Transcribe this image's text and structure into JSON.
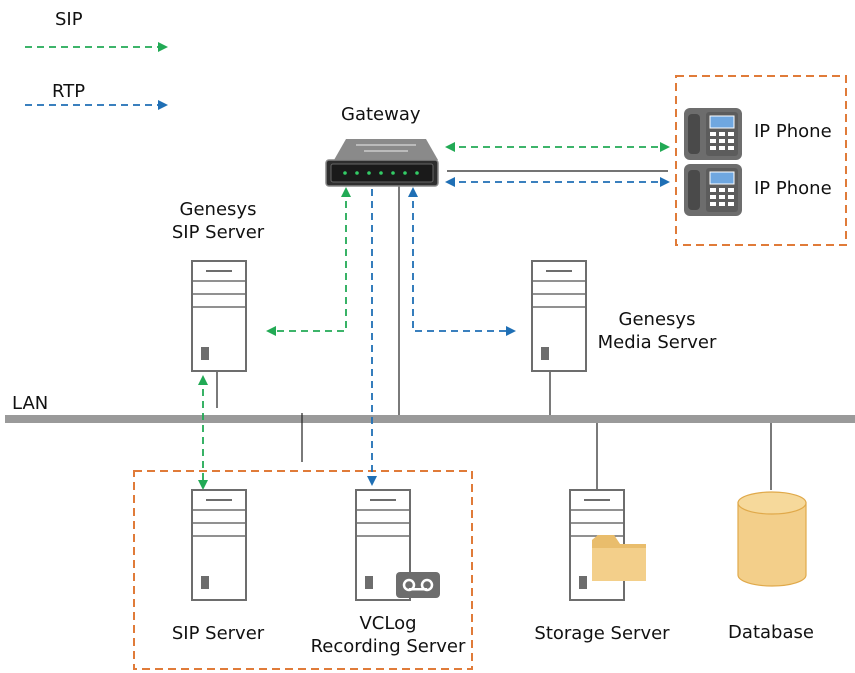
{
  "legend": {
    "sip": {
      "label": "SIP",
      "color": "#22aa55"
    },
    "rtp": {
      "label": "RTP",
      "color": "#1f6fb5"
    }
  },
  "network": {
    "lan_label": "LAN"
  },
  "nodes": {
    "gateway": {
      "label": "Gateway"
    },
    "ip_phone_1": {
      "label": "IP Phone"
    },
    "ip_phone_2": {
      "label": "IP Phone"
    },
    "genesys_sip_server": {
      "line1": "Genesys",
      "line2": "SIP Server"
    },
    "genesys_media_server": {
      "line1": "Genesys",
      "line2": "Media Server"
    },
    "sip_server": {
      "label": "SIP Server"
    },
    "vclog_recording_server": {
      "line1": "VCLog",
      "line2": "Recording Server"
    },
    "storage_server": {
      "label": "Storage Server"
    },
    "database": {
      "label": "Database"
    }
  },
  "icons": [
    "gateway-icon",
    "phone-icon",
    "server-icon",
    "folder-icon",
    "tape-icon",
    "database-icon"
  ],
  "colors": {
    "group_border": "#e07b39",
    "lan_bar": "#9a9a9a",
    "device_gray": "#6d6d6d",
    "folder": "#f3cf8a",
    "database": "#f3cf8a"
  }
}
